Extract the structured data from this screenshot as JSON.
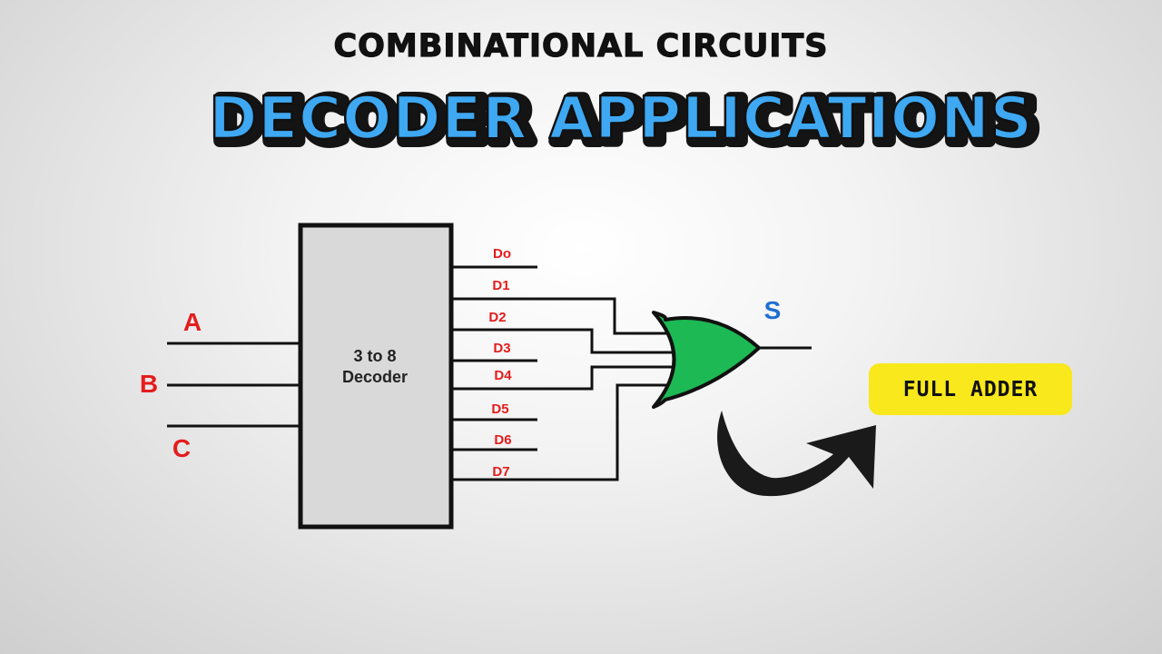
{
  "title": {
    "subtitle": "COMBINATIONAL CIRCUITS",
    "main": "DECODER APPLICATIONS"
  },
  "decoder": {
    "label_line1": "3 to 8",
    "label_line2": "Decoder",
    "inputs": [
      "A",
      "B",
      "C"
    ],
    "outputs": [
      "Do",
      "D1",
      "D2",
      "D3",
      "D4",
      "D5",
      "D6",
      "D7"
    ]
  },
  "or_gate": {
    "output_label": "S",
    "fill_color": "#1db954"
  },
  "badge": {
    "text": "FULL ADDER",
    "color": "#f8e81c"
  },
  "colors": {
    "title_blue": "#3ea8f2",
    "label_red": "#e41c1c",
    "sum_blue": "#1f6fd1"
  }
}
